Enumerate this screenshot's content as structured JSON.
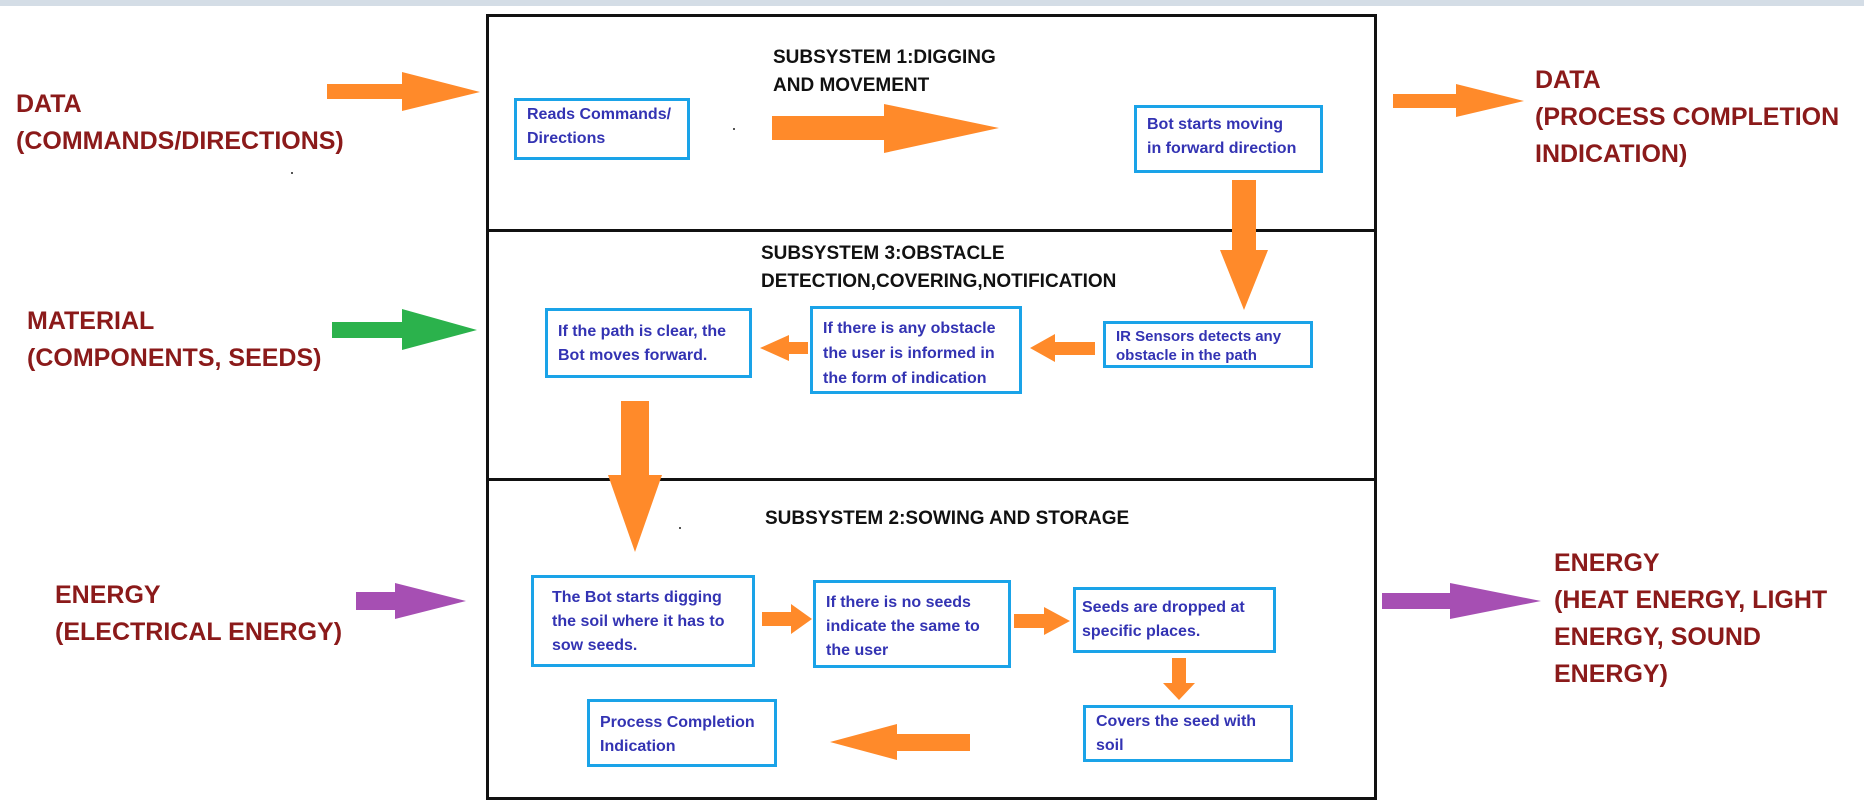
{
  "colors": {
    "io_text": "#8b1a1a",
    "flow_arrow": "#ff8a2a",
    "data_arrow": "#ff8a2a",
    "material_arrow": "#2bb24c",
    "energy_arrow": "#a64fb3",
    "step_border": "#1aa3e8",
    "step_text": "#3333b3"
  },
  "inputs": {
    "data": [
      "DATA",
      "(COMMANDS/DIRECTIONS)"
    ],
    "material": [
      "MATERIAL",
      "(COMPONENTS, SEEDS)"
    ],
    "energy": [
      "ENERGY",
      "(ELECTRICAL ENERGY)"
    ]
  },
  "outputs": {
    "data": [
      "DATA",
      "(PROCESS COMPLETION",
      "INDICATION)"
    ],
    "energy": [
      "ENERGY",
      "(HEAT ENERGY, LIGHT",
      "ENERGY, SOUND",
      "ENERGY)"
    ]
  },
  "subsystem1": {
    "title": [
      "SUBSYSTEM 1:DIGGING",
      "AND MOVEMENT"
    ],
    "steps": {
      "reads_commands": [
        "Reads Commands/",
        "Directions"
      ],
      "bot_moving": [
        "Bot starts moving",
        "in forward direction"
      ]
    }
  },
  "subsystem3": {
    "title": [
      "SUBSYSTEM 3:OBSTACLE",
      "DETECTION,COVERING,NOTIFICATION"
    ],
    "steps": {
      "ir_sensors": [
        "IR Sensors detects any",
        "obstacle in the path"
      ],
      "obstacle_informed": [
        "If there is any obstacle",
        "the user is informed in",
        "the form of indication"
      ],
      "path_clear": [
        "If the path is clear, the",
        "Bot moves forward."
      ]
    }
  },
  "subsystem2": {
    "title": [
      "SUBSYSTEM 2:SOWING AND STORAGE"
    ],
    "steps": {
      "digging": [
        "The Bot starts digging",
        "the soil where it has to",
        "sow seeds."
      ],
      "no_seeds": [
        "If there is no seeds",
        "indicate the same to",
        "the user"
      ],
      "seeds_dropped": [
        "Seeds are dropped at",
        "specific places."
      ],
      "covers_seed": [
        "Covers the seed with",
        "soil"
      ],
      "completion": [
        "Process Completion",
        "Indication"
      ]
    }
  }
}
